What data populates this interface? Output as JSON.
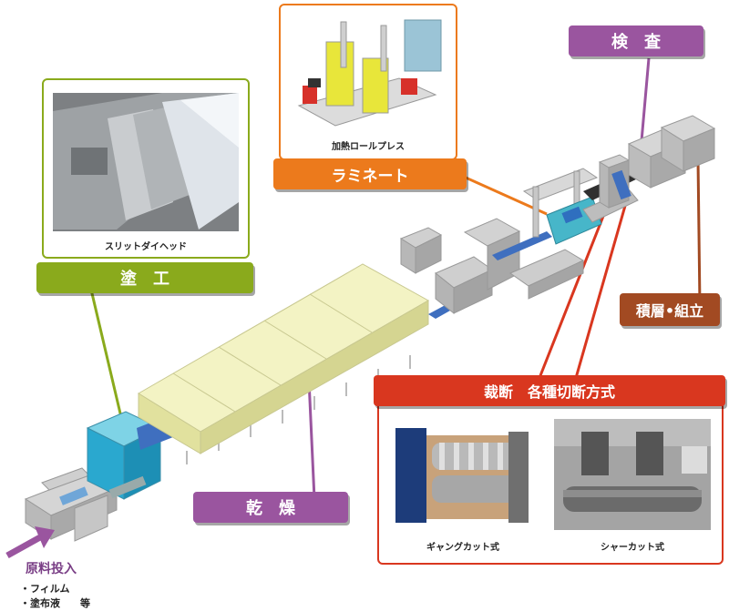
{
  "labels": {
    "coating": "塗　工",
    "drying": "乾　燥",
    "laminate": "ラミネート",
    "inspection": "検　査",
    "stacking": "積層•組立",
    "cutting": "裁断　各種切断方式"
  },
  "captions": {
    "slit_die_head": "スリットダイヘッド",
    "heated_roll_press": "加熱ロールプレス",
    "gang_cut": "ギャングカット式",
    "shear_cut": "シャーカット式"
  },
  "materials": {
    "title": "原料投入",
    "items": [
      "・フィルム",
      "・塗布液　　等"
    ]
  },
  "colors": {
    "coating": "#8aaa1c",
    "drying": "#9a559f",
    "laminate": "#ec7a1c",
    "inspection": "#9a559f",
    "stacking": "#a24a22",
    "cutting": "#d9371f",
    "arrow": "#9a559f"
  },
  "icons": {
    "input_arrow": "arrow-up-right-icon"
  }
}
